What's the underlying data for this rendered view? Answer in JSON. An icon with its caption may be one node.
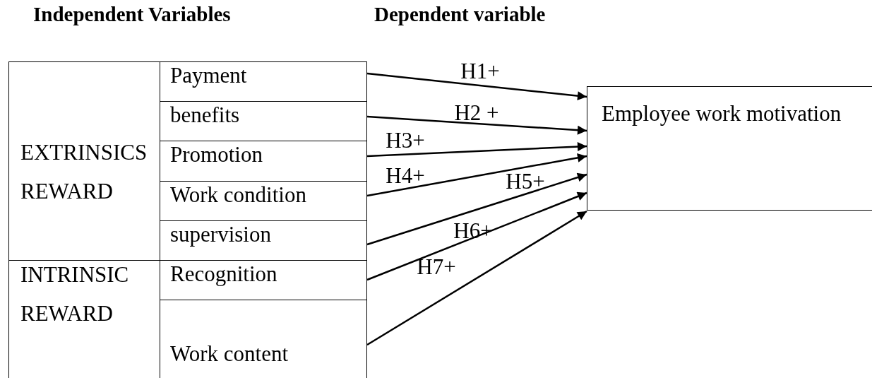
{
  "diagram": {
    "nodes": [
      {
        "text": [
          "EXTRINSICS REWARD"
        ]
      },
      {
        "text": [
          "Payment"
        ]
      },
      {
        "text": [
          "benefits"
        ]
      },
      {
        "text": [
          "Promotion"
        ]
      },
      {
        "text": [
          "Work condition"
        ]
      },
      {
        "text": [
          "supervision"
        ]
      },
      {
        "text": [
          "INTRINSIC REWARD"
        ]
      },
      {
        "text": [
          "Recognition"
        ]
      },
      {
        "text": [
          "Work content"
        ]
      },
      {
        "text": [
          "Employee work motivation"
        ]
      }
    ],
    "edges": [
      {
        "from": 1,
        "to": 9,
        "arrow": "to",
        "label": "H1+"
      },
      {
        "from": 2,
        "to": 9,
        "arrow": "to",
        "label": "H2 +"
      },
      {
        "from": 3,
        "to": 9,
        "arrow": "to",
        "label": "H3+"
      },
      {
        "from": 4,
        "to": 9,
        "arrow": "to",
        "label": "H4+"
      },
      {
        "from": 5,
        "to": 9,
        "arrow": "to",
        "label": "H5+"
      },
      {
        "from": 7,
        "to": 9,
        "arrow": "to",
        "label": "H6+"
      },
      {
        "from": 8,
        "to": 9,
        "arrow": "to",
        "label": "H7+"
      }
    ],
    "labels": [
      "Independent Variables",
      "Dependent variable"
    ]
  }
}
